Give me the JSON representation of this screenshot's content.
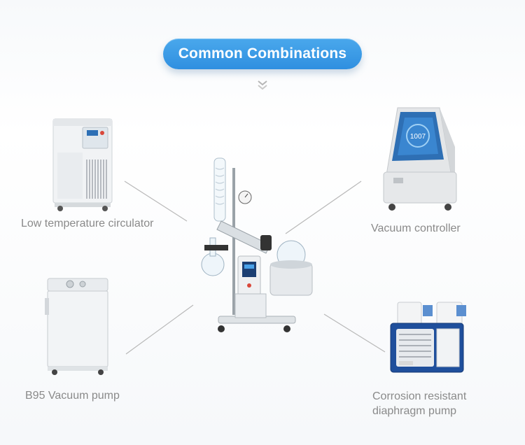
{
  "header": {
    "title": "Common Combinations"
  },
  "products": {
    "circulator": {
      "label": "Low temperature circulator"
    },
    "vacuum_controller": {
      "label": "Vacuum controller"
    },
    "vacuum_pump": {
      "label": "B95 Vacuum pump"
    },
    "diaphragm_pump": {
      "label_line1": "Corrosion resistant",
      "label_line2": "diaphragm pump"
    }
  },
  "colors": {
    "accent": "#3a9ae6",
    "connector_line": "#b8b8b8",
    "label_text": "#8a8a8a"
  },
  "icons": {
    "chevron": "double-chevron-down-icon"
  }
}
